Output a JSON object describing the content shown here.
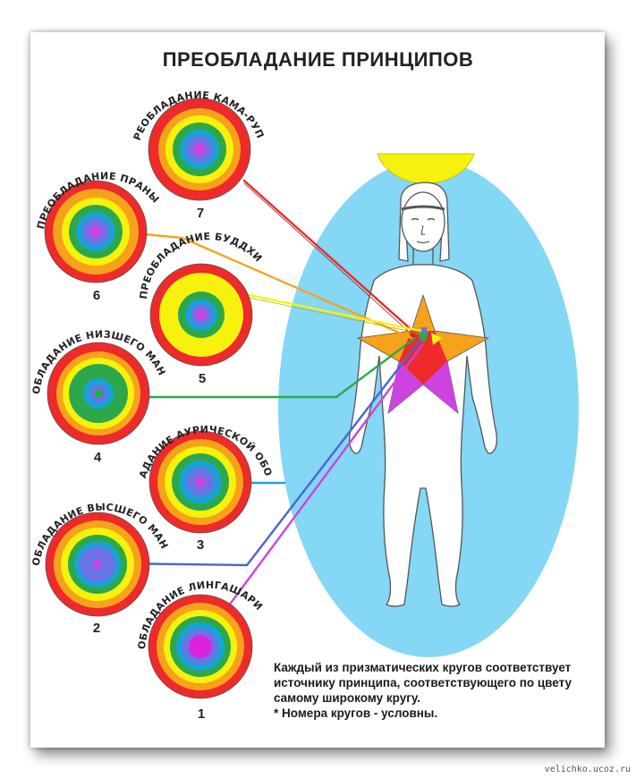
{
  "title": "ПРЕОБЛАДАНИЕ ПРИНЦИПОВ",
  "circles": [
    {
      "num": "7",
      "label": "ПРЕОБЛАДАНИЕ КАМА-РУПЫ",
      "center": "#cc44dd"
    },
    {
      "num": "6",
      "label": "ПРЕОБЛАДАНИЕ ПРАНЫ",
      "center": "#cc44dd"
    },
    {
      "num": "5",
      "label": "ПРЕОБЛАДАНИЕ БУДДХИ",
      "center": "#cc44dd"
    },
    {
      "num": "4",
      "label": "ПРЕОБЛАДАНИЕ НИЗШЕГО МАНАСА",
      "center": "#22aa44"
    },
    {
      "num": "3",
      "label": "ПРЕОБЛАДАНИЕ АУРИЧЕСКОЙ ОБОЛОЧКИ",
      "center": "#cc44dd"
    },
    {
      "num": "2",
      "label": "ПРЕОБЛАДАНИЕ ВЫСШЕГО МАНАСА",
      "center": "#cc44dd"
    },
    {
      "num": "1",
      "label": "ПРЕОБЛАДАНИЕ ЛИНГАШАРИРЫ",
      "center": "#dd22dd"
    }
  ],
  "note": {
    "line1": "Каждый из призматических кругов соответствует",
    "line2": "источнику принципа, соответствующего по цвету",
    "line3": "самому широкому кругу.",
    "line4": "* Номера кругов - условны."
  },
  "watermark": "velichko.ucoz.ru",
  "colors": {
    "red": "#ee2a2a",
    "orange": "#f7a21b",
    "yellow": "#f6f20d",
    "green": "#2ca84a",
    "blue": "#1aa2d6",
    "indigo": "#6a72e6",
    "violet": "#cc44dd",
    "aura": "#84d7f5",
    "sun": "#f7f20d"
  }
}
